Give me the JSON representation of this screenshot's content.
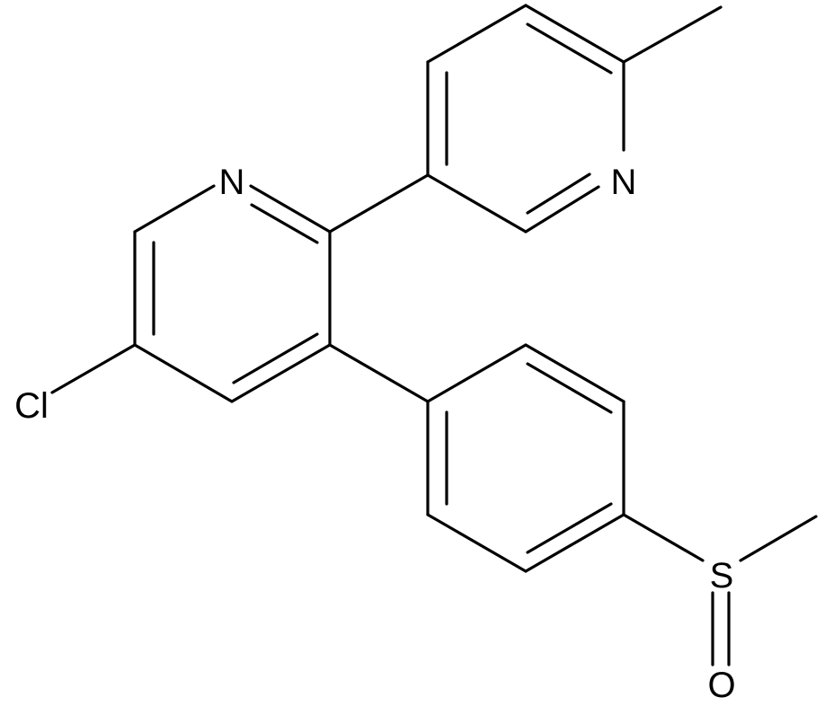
{
  "molecule": {
    "atoms": {
      "n_pyridine_a": "N",
      "n_pyridine_b": "N",
      "chlorine": "Cl",
      "sulfur": "S",
      "oxygen": "O"
    }
  },
  "colors": {
    "bond": "#000000",
    "label": "#000000",
    "background": "#ffffff"
  }
}
